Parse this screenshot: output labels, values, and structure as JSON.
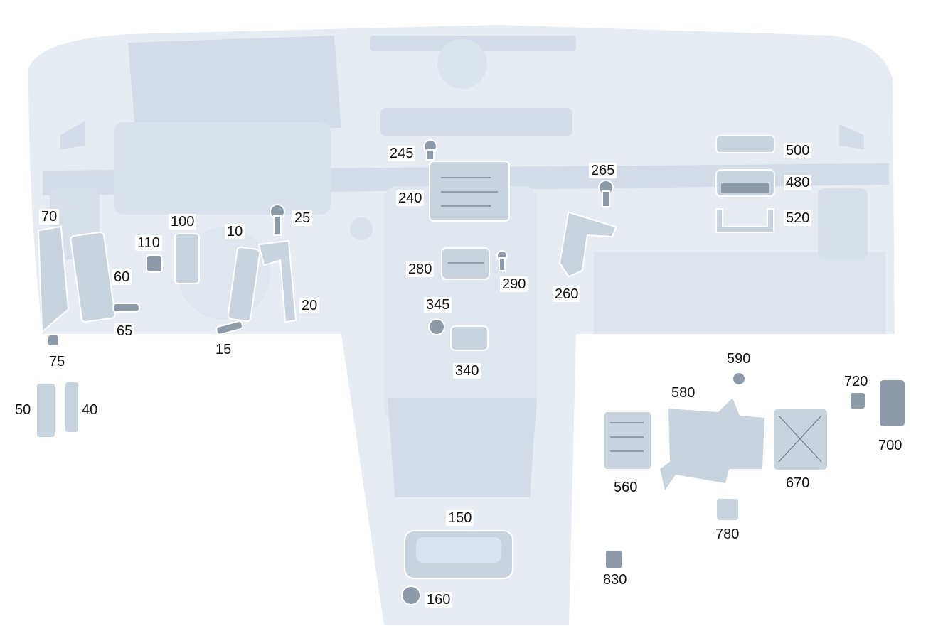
{
  "colors": {
    "background": "#ffffff",
    "dashboard": "#e6ecf2",
    "dashboard_shade": "#d4dde7",
    "part": "#c9d3de",
    "part_dark": "#8f9aa8",
    "label_text": "#111111"
  },
  "labels": {
    "p10": "10",
    "p15": "15",
    "p20": "20",
    "p25": "25",
    "p40": "40",
    "p50": "50",
    "p60": "60",
    "p65": "65",
    "p70": "70",
    "p75": "75",
    "p100": "100",
    "p110": "110",
    "p150": "150",
    "p160": "160",
    "p240": "240",
    "p245": "245",
    "p260": "260",
    "p265": "265",
    "p280": "280",
    "p290": "290",
    "p340": "340",
    "p345": "345",
    "p480": "480",
    "p500": "500",
    "p520": "520",
    "p560": "560",
    "p580": "580",
    "p590": "590",
    "p670": "670",
    "p700": "700",
    "p720": "720",
    "p780": "780",
    "p830": "830"
  }
}
